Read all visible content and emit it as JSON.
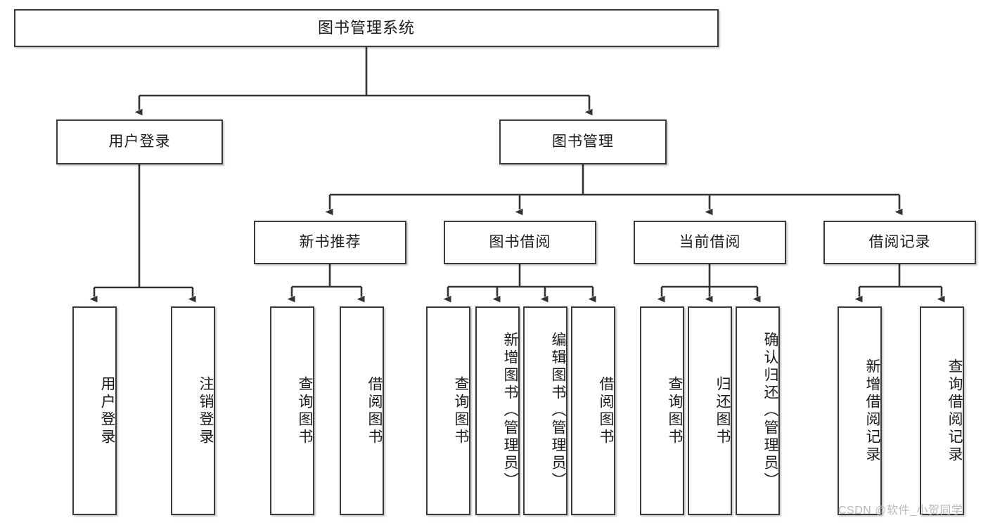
{
  "diagram": {
    "type": "tree",
    "title": "图书管理系统",
    "watermark": "CSDN @软件_小贺同学",
    "colors": {
      "box_border": "#3a3a3a",
      "box_fill": "#ffffff",
      "connector": "#333333",
      "text": "#1b1b1b",
      "watermark": "#b9b9b9"
    },
    "nodes": {
      "root": {
        "label": "图书管理系统"
      },
      "level2": [
        {
          "label": "用户登录"
        },
        {
          "label": "图书管理"
        }
      ],
      "level3": [
        {
          "label": "新书推荐"
        },
        {
          "label": "图书借阅"
        },
        {
          "label": "当前借阅"
        },
        {
          "label": "借阅记录"
        }
      ],
      "leaves": [
        {
          "label": "用户登录",
          "parent": "用户登录"
        },
        {
          "label": "注销登录",
          "parent": "用户登录"
        },
        {
          "label": "查询图书",
          "parent": "新书推荐"
        },
        {
          "label": "借阅图书",
          "parent": "新书推荐"
        },
        {
          "label": "查询图书",
          "parent": "图书借阅"
        },
        {
          "label": "新增图书（管理员）",
          "parent": "图书借阅"
        },
        {
          "label": "编辑图书（管理员）",
          "parent": "图书借阅"
        },
        {
          "label": "借阅图书",
          "parent": "图书借阅"
        },
        {
          "label": "查询图书",
          "parent": "当前借阅"
        },
        {
          "label": "归还图书",
          "parent": "当前借阅"
        },
        {
          "label": "确认归还（管理员）",
          "parent": "当前借阅"
        },
        {
          "label": "新增借阅记录",
          "parent": "借阅记录"
        },
        {
          "label": "查询借阅记录",
          "parent": "借阅记录"
        }
      ]
    }
  }
}
